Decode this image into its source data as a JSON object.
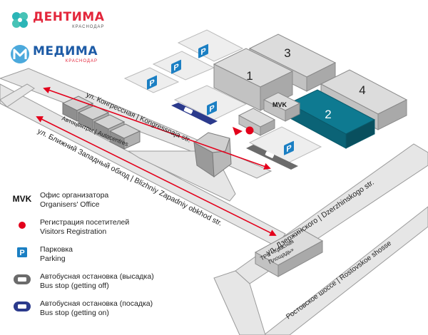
{
  "logos": {
    "dentima": {
      "name": "ДЕНТИМА",
      "city": "КРАСНОДАР",
      "color": "#e3263b"
    },
    "medima": {
      "name": "МЕДИМА",
      "city": "КРАСНОДАР",
      "color": "#1d5ba6"
    }
  },
  "halls": {
    "hall_1": "1",
    "hall_2": "2",
    "hall_3": "3",
    "hall_4": "4",
    "highlight_color": "#0e7a91"
  },
  "parking_symbol": "P",
  "organiser_logo": "MVK",
  "streets": {
    "kongresnaya": "ул. Конгрессная | Kongressnaja str.",
    "blizhniy": "ул. Ближний Западный обход | Blizhniy Zapadniy obkhod str.",
    "dzerzhinskogo": "ул. Дзержинского | Dzerzhinskogo str.",
    "rostovskoe": "Ростовское шоссе | Rostovskoe shosse"
  },
  "landmarks": {
    "autocentres": "Автоцентры | Autocentres",
    "trk_line1": "ТРК «Красная",
    "trk_line2": "Площадь»"
  },
  "legend": [
    {
      "icon": "organiser-icon",
      "ru": "Офис организатора",
      "en": "Organisers' Office"
    },
    {
      "icon": "registration-icon",
      "ru": "Регистрация посетителей",
      "en": "Visitors Registration"
    },
    {
      "icon": "parking-icon",
      "ru": "Парковка",
      "en": "Parking"
    },
    {
      "icon": "bus-stop-off-icon",
      "ru": "Автобусная остановка (высадка)",
      "en": "Bus stop (getting off)"
    },
    {
      "icon": "bus-stop-on-icon",
      "ru": "Автобусная остановка (посадка)",
      "en": "Bus stop (getting on)"
    }
  ],
  "colors": {
    "parking": "#1b7fc3",
    "registration": "#e3001b",
    "route": "#e3001b",
    "bus_off": "#6b6b6b",
    "bus_on": "#2b3a8c"
  }
}
